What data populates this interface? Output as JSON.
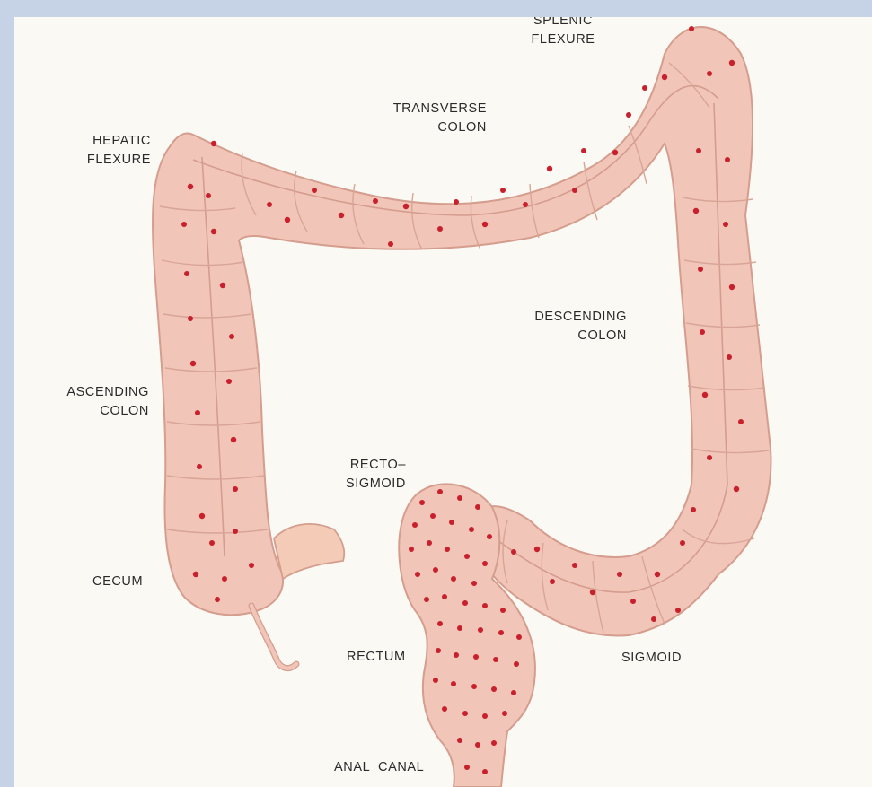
{
  "labels": {
    "splenic_flexure": [
      "SPLENIC",
      "FLEXURE"
    ],
    "transverse_colon": [
      "TRANSVERSE",
      "COLON"
    ],
    "hepatic_flexure": [
      "HEPATIC",
      "FLEXURE"
    ],
    "descending_colon": [
      "DESCENDING",
      "COLON"
    ],
    "ascending_colon": [
      "ASCENDING",
      "COLON"
    ],
    "recto_sigmoid": [
      "RECTO–",
      "SIGMOID"
    ],
    "cecum": "CECUM",
    "rectum": "RECTUM",
    "sigmoid": "SIGMOID",
    "anal_canal": "ANAL  CANAL"
  },
  "colors": {
    "frame": "#c6d3e6",
    "background": "#fbf9f4",
    "tissue": "#f2c5b9",
    "tissue_outline": "#d49d8e",
    "haustra_line": "#d8a597",
    "spots": "#c8202c"
  }
}
